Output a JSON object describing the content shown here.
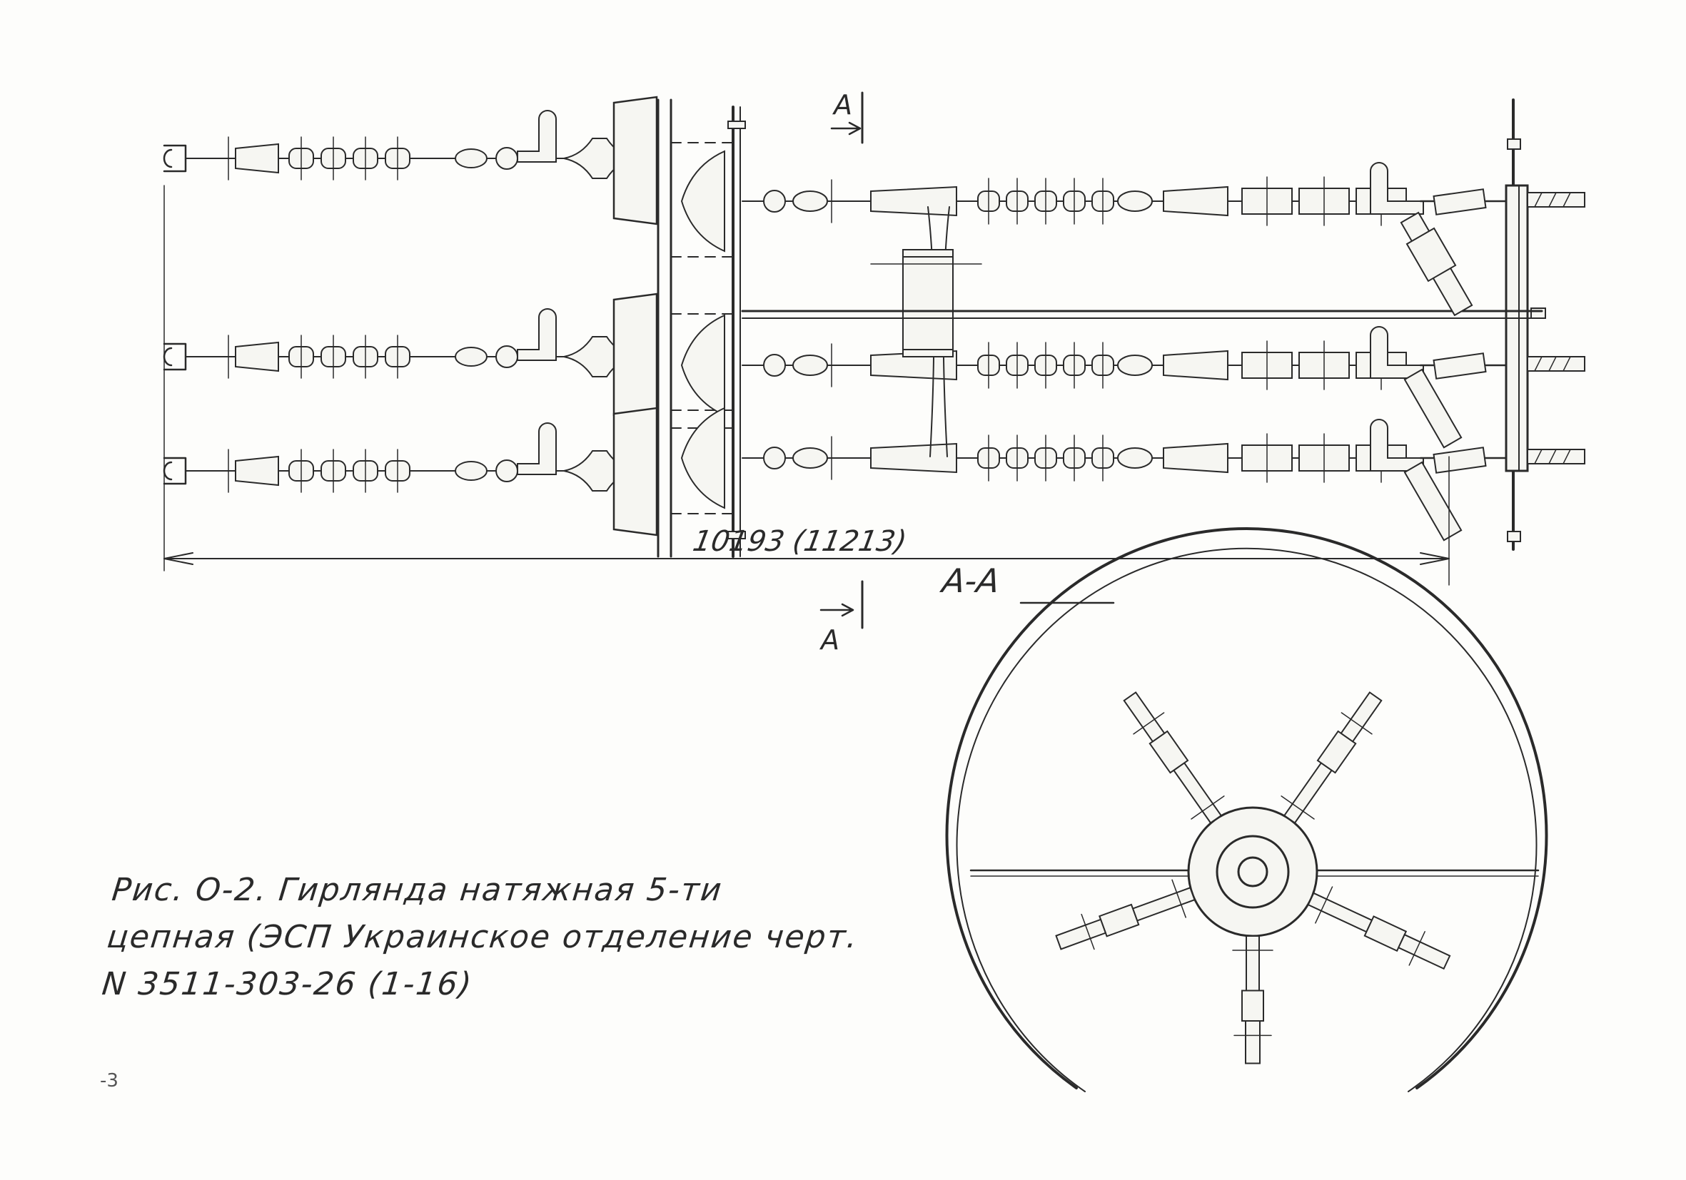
{
  "drawing": {
    "dimension_label": "10193 (11213)",
    "section_mark_top": "A",
    "section_mark_bottom": "A",
    "section_title": "А-А"
  },
  "caption": {
    "line1": "Рис. О-2. Гирлянда натяжная 5-ти",
    "line2": "цепная (ЭСП Украинское отделение черт.",
    "line3": "N 3511-303-26 (1-16)"
  },
  "corner_mark": "-3"
}
